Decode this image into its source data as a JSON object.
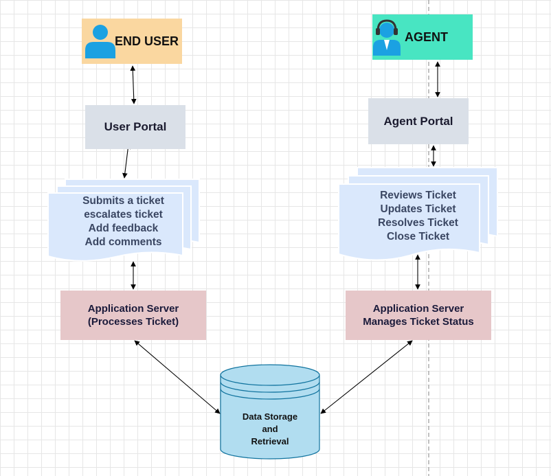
{
  "diagram": {
    "end_user": {
      "label": "END USER",
      "icon": "user-icon",
      "color": "#fad7a0"
    },
    "agent": {
      "label": "AGENT",
      "icon": "agent-headset-icon",
      "color": "#48e5c2"
    },
    "user_portal": {
      "label": "User Portal",
      "color": "#dae0e8"
    },
    "agent_portal": {
      "label": "Agent Portal",
      "color": "#dae0e8"
    },
    "user_actions": {
      "lines": [
        "Submits a ticket",
        "escalates ticket",
        "Add feedback",
        "Add comments"
      ],
      "color": "#dae8fc"
    },
    "agent_actions": {
      "lines": [
        "Reviews Ticket",
        "Updates Ticket",
        "Resolves Ticket",
        "Close Ticket"
      ],
      "color": "#dae8fc"
    },
    "user_server": {
      "line1": "Application Server",
      "line2": "(Processes Ticket)",
      "color": "#e6c7c9"
    },
    "agent_server": {
      "line1": "Application Server",
      "line2": "Manages Ticket Status",
      "color": "#e6c7c9"
    },
    "database": {
      "lines": [
        "Data Storage",
        "and",
        "Retrieval"
      ],
      "color": "#b1ddf0"
    },
    "icon_color": "#1ba1e2"
  }
}
